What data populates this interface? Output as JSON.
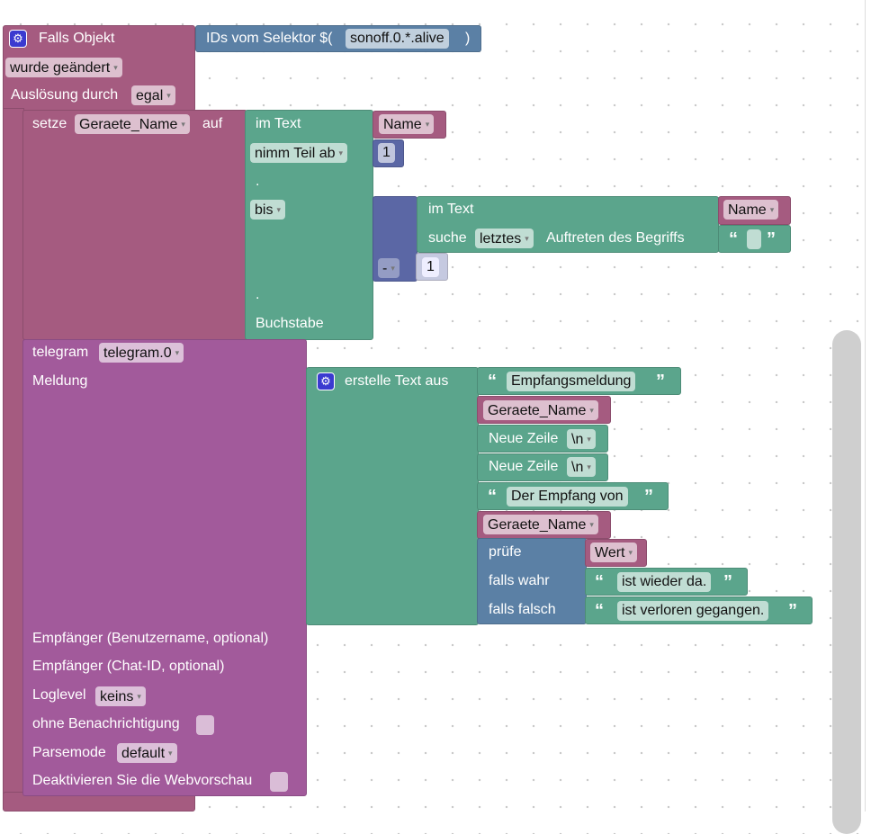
{
  "trigger": {
    "title": "Falls Objekt",
    "event": "wurde geändert",
    "trigger_label": "Auslösung durch",
    "trigger_value": "egal"
  },
  "selector": {
    "label": "IDs vom Selektor $(",
    "value": "sonoff.0.*.alive",
    "close": ")"
  },
  "set_var": {
    "label": "setze",
    "variable": "Geraete_Name",
    "on": "auf"
  },
  "substring": {
    "in_text": "im Text",
    "var": "Name",
    "take": "nimm Teil ab",
    "from_value": "1",
    "dot1": ".",
    "to": "bis",
    "dot2": ".",
    "letter": "Buchstabe"
  },
  "index_of": {
    "in_text": "im Text",
    "var": "Name",
    "search": "suche",
    "which": "letztes",
    "occurrence": "Auftreten des Begriffs",
    "empty_text": ""
  },
  "minus": {
    "op": "-",
    "value": "1"
  },
  "telegram": {
    "label": "telegram",
    "instance": "telegram.0",
    "message": "Meldung",
    "recipient_user": "Empfänger (Benutzername, optional)",
    "recipient_chat": "Empfänger (Chat-ID, optional)",
    "loglevel_label": "Loglevel",
    "loglevel": "keins",
    "silent": "ohne Benachrichtigung",
    "parsemode_label": "Parsemode",
    "parsemode": "default",
    "disable_preview": "Deaktivieren Sie die Webvorschau"
  },
  "join": {
    "label": "erstelle Text aus",
    "items": [
      "Empfangsmeldung",
      "Geraete_Name",
      "Neue Zeile",
      "\\n",
      "Neue Zeile",
      "\\n",
      "Der Empfang von",
      "Geraete_Name"
    ]
  },
  "ternary": {
    "check": "prüfe",
    "var": "Wert",
    "if_true": "falls wahr",
    "true_text": "ist wieder da.",
    "if_false": "falls falsch",
    "false_text": "ist verloren gegangen."
  },
  "quote_open": "“",
  "quote_close": "”",
  "colors": {
    "trigger": "#a55b80",
    "telegram": "#a25a9b",
    "text": "#5ba58c",
    "logic": "#5b80a5",
    "math": "#5b67a5"
  }
}
